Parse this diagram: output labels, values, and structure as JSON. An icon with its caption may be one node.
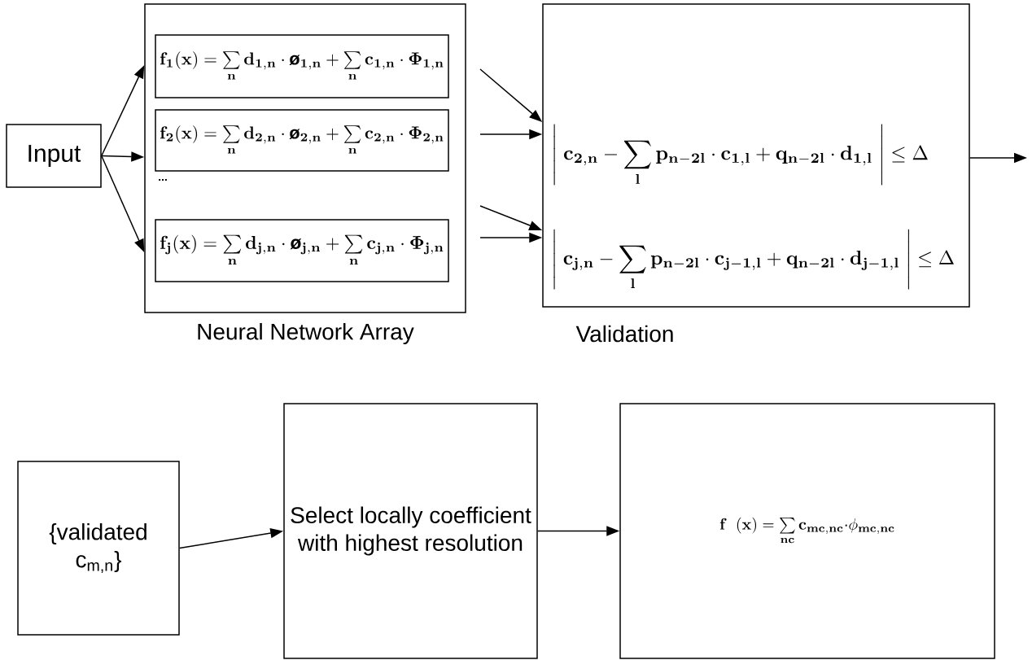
{
  "diagram": {
    "nodes": [
      {
        "text": [
          "Input"
        ]
      },
      {
        "text": [],
        "shape": "box",
        "beside": [
          "Neural Network Array"
        ]
      },
      {
        "text": [
          "\\mathbf{f_1(x)=\\sum\\limits_{n} d_{1,n}\\cdot \\mbox{\\bfseries\\o}_{1,n}+\\sum\\limits_{n} c_{1,n}\\cdot \\Phi_{1,n}}"
        ],
        "in": 1
      },
      {
        "text": [
          "\\mathbf{f_2(x)=\\sum\\limits_{n} d_{2,n}\\cdot \\mbox{\\bfseries\\o}_{2,n}+\\sum\\limits_{n} c_{2,n}\\cdot \\Phi_{2,n}}"
        ],
        "in": 1
      },
      {
        "text": [
          "\\mathbf{f_j(x)=\\sum\\limits_{n} d_{j,n}\\cdot \\mbox{\\bfseries\\o}_{j,n}+\\sum\\limits_{n} c_{j,n}\\cdot \\Phi_{j,n}}"
        ],
        "in": 1
      },
      {
        "text": [
          "\\left|\\;\\mathbf{c_{2,n}-\\sum_{l}p_{n-2l}\\cdot c_{1,l}+q_{n-2l}\\cdot d_{1,l}}\\;\\right|\\le\\Delta",
          "\\left|\\;\\mathbf{c_{j,n}-\\sum_{l}p_{n-2l}\\cdot c_{j-1,l}+q_{n-2l}\\cdot d_{j-1,l}}\\;\\right|\\le\\Delta"
        ],
        "beside": [
          "Validation"
        ]
      },
      {
        "text": [
          "{validated c$_{m,n}$}"
        ]
      },
      {
        "text": [
          "Select locally coefficient with highest resolution"
        ]
      },
      {
        "text": [
          "\\mathbf{f\\;\\;(x)=\\sum\\limits_{nc}c_{mc,nc}\\cdot}\\phi_{\\mathbf{mc,nc}}"
        ]
      }
    ],
    "edges": [
      {
        "from": 0,
        "to": 1,
        "arrow": "to"
      },
      {
        "from": 0,
        "to": 1,
        "arrow": "to"
      },
      {
        "from": 0,
        "to": 1,
        "arrow": "to"
      },
      {
        "from": null,
        "to": 5,
        "arrow": "to"
      },
      {
        "from": null,
        "to": 5,
        "arrow": "to"
      },
      {
        "from": null,
        "to": 5,
        "arrow": "to"
      },
      {
        "from": null,
        "to": 5,
        "arrow": "to"
      },
      {
        "from": 5,
        "to": null,
        "arrow": "to"
      },
      {
        "from": 6,
        "to": 7,
        "arrow": "to"
      },
      {
        "from": 7,
        "to": 8,
        "arrow": "to"
      }
    ],
    "labels": [
      "..."
    ]
  }
}
